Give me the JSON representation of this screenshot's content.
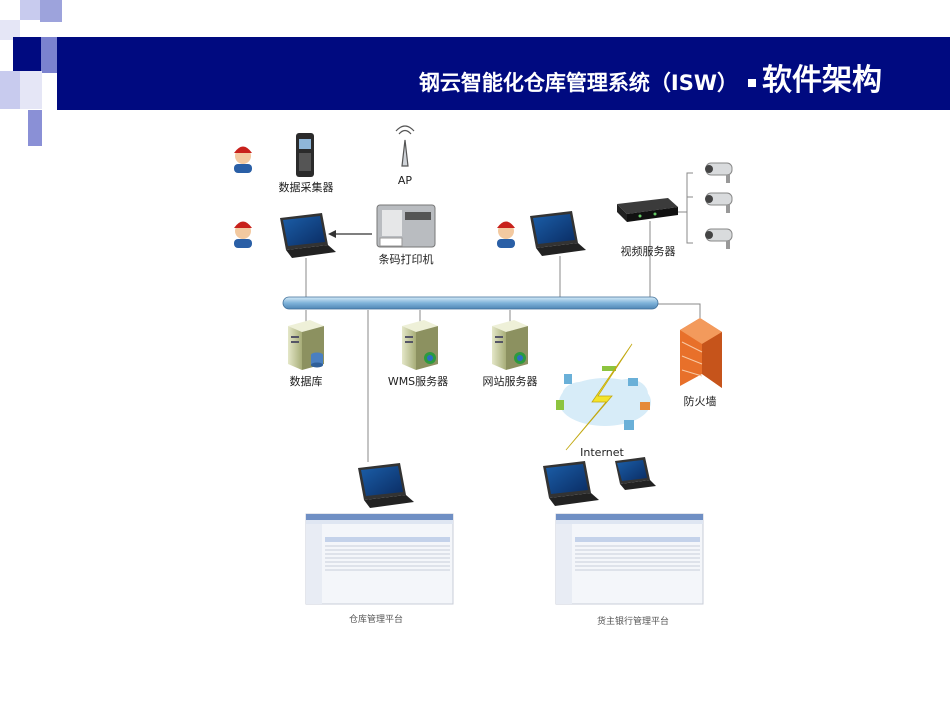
{
  "slide": {
    "title_main": "钢云智能化仓库管理系统（ISW）",
    "title_sub": "软件架构"
  },
  "diagram": {
    "labels": {
      "data_collector": "数据采集器",
      "ap": "AP",
      "barcode_printer": "条码打印机",
      "video_server": "视频服务器",
      "database": "数据库",
      "wms_server": "WMS服务器",
      "web_server": "网站服务器",
      "firewall": "防火墙",
      "internet": "Internet",
      "warehouse_platform": "仓库管理平台",
      "client_bank_platform": "货主银行管理平台"
    }
  },
  "colors": {
    "title_bar": "#000a80",
    "accent_square": "#b8bce8",
    "bus": "#a9cde8",
    "firewall": "#e8702a"
  }
}
